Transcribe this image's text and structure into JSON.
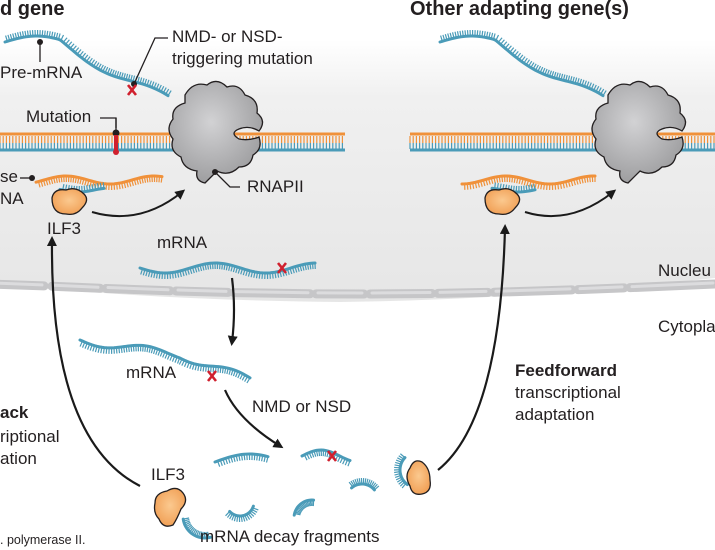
{
  "titles": {
    "left": "d gene",
    "right": "Other adapting gene(s)"
  },
  "labels": {
    "pre_mrna": "Pre-mRNA",
    "nmd_trigger_line1": "NMD- or NSD-",
    "nmd_trigger_line2": "triggering mutation",
    "mutation": "Mutation",
    "antisense_line1": "se",
    "antisense_line2": "NA",
    "ilf3_top": "ILF3",
    "rnapii": "RNAPII",
    "mrna_nucleus": "mRNA",
    "nucleus": "Nucleu",
    "cytoplasm": "Cytopla",
    "mrna_cytoplasm": "mRNA",
    "nmd_or_nsd": "NMD or NSD",
    "feedback_line1": "ack",
    "feedback_line2": "riptional",
    "feedback_line3": "ation",
    "feedforward_line1": "Feedforward",
    "feedforward_line2": "transcriptional",
    "feedforward_line3": "adaptation",
    "ilf3_bottom": "ILF3",
    "decay_fragments": "mRNA decay fragments",
    "footnote": ". polymerase II."
  },
  "colors": {
    "rna_blue": "#4a9bb8",
    "dna_orange": "#f0913a",
    "mutation_red": "#d0202e",
    "polymerase_gray": "#b4b4b6",
    "ilf3_peach": "#f6b06e",
    "nucleus_bg": "#ececec",
    "membrane_gray": "#c6c6c8",
    "arrow_black": "#1a1a1a"
  }
}
